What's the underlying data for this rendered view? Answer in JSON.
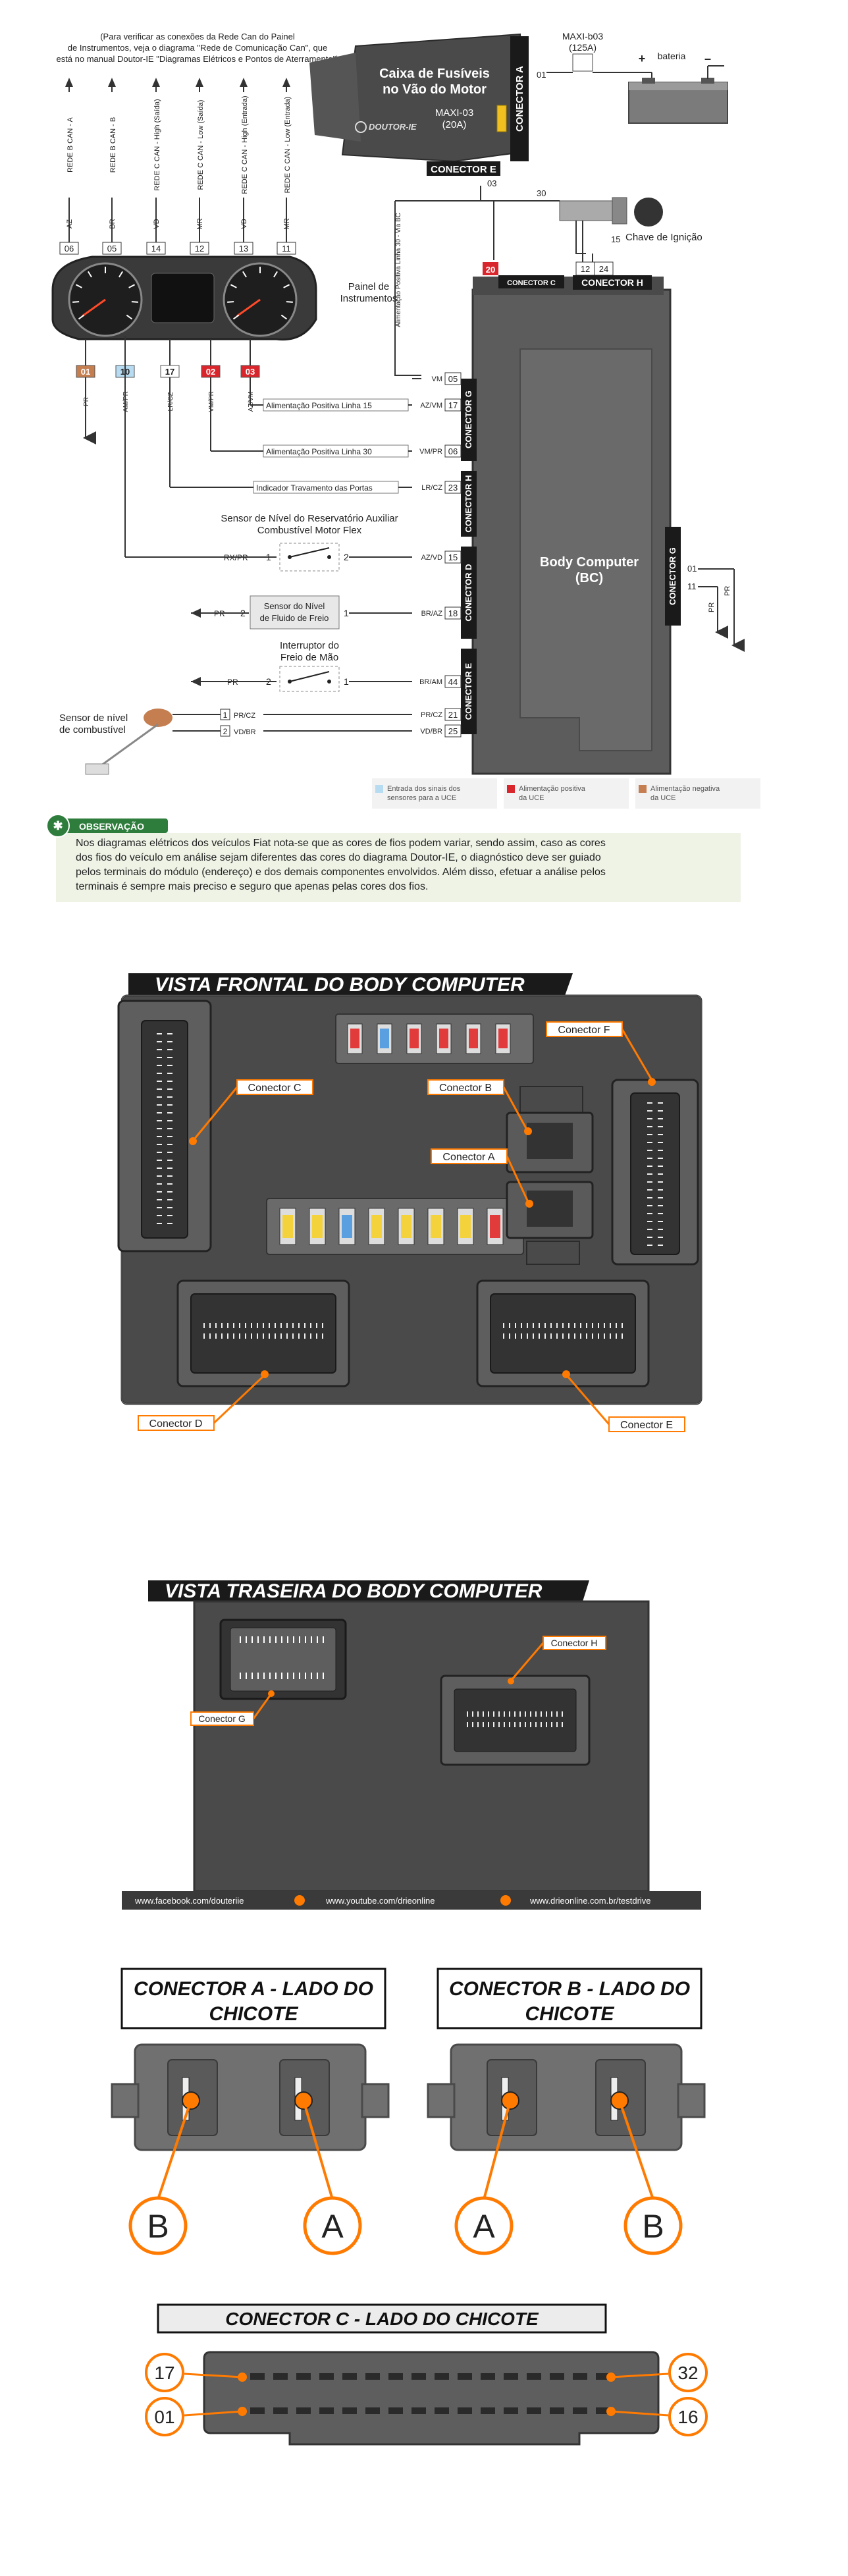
{
  "top_note": [
    "(Para verificar as conexões da Rede Can do Painel",
    "de Instrumentos, veja o diagrama \"Rede de Comunicação Can\", que",
    "está no manual Doutor-IE \"Diagramas Elétricos e Pontos de Aterramento\")"
  ],
  "fusebox": {
    "title_1": "Caixa de Fusíveis",
    "title_2": "no Vão do Motor",
    "maxi_1": "MAXI-03",
    "maxi_2": "(20A)",
    "brand": "DOUTOR-IE",
    "connector_a": "CONECTOR A",
    "connector_e": "CONECTOR E",
    "pin_01": "01",
    "pin_03": "03"
  },
  "battery": {
    "maxi_1": "MAXI-b03",
    "maxi_2": "(125A)",
    "label": "bateria",
    "plus": "+",
    "minus": "–"
  },
  "can_lines": [
    {
      "label": "REDE B CAN - A",
      "wire": "AZ",
      "pin": "06"
    },
    {
      "label": "REDE B CAN - B",
      "wire": "BR",
      "pin": "05"
    },
    {
      "label": "REDE C CAN - High (Saída)",
      "wire": "VD",
      "pin": "14"
    },
    {
      "label": "REDE C CAN - Low (Saída)",
      "wire": "MR",
      "pin": "12"
    },
    {
      "label": "REDE C CAN - High (Entrada)",
      "wire": "VD",
      "pin": "13"
    },
    {
      "label": "REDE C CAN - Low (Entrada)",
      "wire": "MR",
      "pin": "11"
    }
  ],
  "panel": {
    "label_1": "Painel de",
    "label_2": "Instrumentos",
    "pins": [
      {
        "pin": "01",
        "wire": "PR"
      },
      {
        "pin": "10",
        "wire": "AM/PR"
      },
      {
        "pin": "17",
        "wire": "LR/CZ"
      },
      {
        "pin": "02",
        "wire": "VM/PR"
      },
      {
        "pin": "03",
        "wire": "AZ/VM"
      }
    ]
  },
  "ignition": {
    "label": "Chave de Ignição",
    "pin_30": "30",
    "pin_15": "15",
    "pin_12": "12",
    "pin_24": "24"
  },
  "bc": {
    "title_1": "Body Computer",
    "title_2": "(BC)",
    "conn_c_pin": "20",
    "conn_c": "CONECTOR C",
    "conn_h": "CONECTOR H",
    "side_g": "CONECTOR G",
    "side_h": "CONECTOR H",
    "side_d": "CONECTOR D",
    "side_e": "CONECTOR E",
    "right_g": "CONECTOR G",
    "right_pin_01": "01",
    "right_pin_11": "11",
    "right_wire_pr": "PR",
    "right_wire_pr2": "PR"
  },
  "vertical_note": "Alimentação Positiva Linha 30 - Via BC",
  "circuits": [
    {
      "label": "",
      "wire": "VM",
      "pin": "05"
    },
    {
      "label": "Alimentação Positiva Linha 15",
      "wire": "AZ/VM",
      "pin": "17"
    },
    {
      "label": "Alimentação Positiva Linha 30",
      "wire": "VM/PR",
      "pin": "06"
    },
    {
      "label": "Indicador Travamento das Portas",
      "wire": "LR/CZ",
      "pin": "23"
    },
    {
      "label": "",
      "wire": "AZ/VD",
      "pin": "15"
    },
    {
      "label": "",
      "wire": "BR/AZ",
      "pin": "18"
    },
    {
      "label": "",
      "wire": "BR/AM",
      "pin": "44"
    },
    {
      "label": "",
      "wire": "PR/CZ",
      "pin": "21"
    },
    {
      "label": "",
      "wire": "VD/BR",
      "pin": "25"
    }
  ],
  "sensor_reservatorio": {
    "title_1": "Sensor de Nível do Reservatório Auxiliar",
    "title_2": "Combustível Motor Flex",
    "wire_in": "RX/PR",
    "pin_1": "1",
    "pin_2": "2"
  },
  "sensor_freio": {
    "title_1": "Sensor do Nível",
    "title_2": "de Fluido de Freio",
    "wire": "PR",
    "pin_1": "1",
    "pin_2": "2"
  },
  "interruptor": {
    "title_1": "Interruptor do",
    "title_2": "Freio de Mão",
    "wire": "PR",
    "pin_1": "1",
    "pin_2": "2"
  },
  "sensor_combustivel": {
    "title_1": "Sensor de nível",
    "title_2": "de combustível",
    "pin_1": "1",
    "pin_2": "2",
    "wire_1": "PR/CZ",
    "wire_2": "VD/BR"
  },
  "legend": [
    {
      "text": "Entrada dos sinais dos sensores para a UCE",
      "color": "#b7dcf2"
    },
    {
      "text": "Alimentação positiva da UCE",
      "color": "#d9262c"
    },
    {
      "text": "Alimentação negativa da UCE",
      "color": "#c47e50"
    }
  ],
  "observacao": {
    "title": "OBSERVAÇÃO",
    "text": [
      "Nos diagramas elétricos dos veículos Fiat nota-se que as cores de fios podem variar, sendo assim, caso as cores",
      "dos fios do veículo em análise sejam diferentes das cores do diagrama Doutor-IE, o diagnóstico deve ser guiado",
      "pelos terminais do módulo (endereço) e dos demais componentes envolvidos. Além disso, efetuar a análise pelos",
      "terminais é sempre mais preciso e seguro que apenas pelas cores dos fios."
    ]
  },
  "front_view": {
    "title": "VISTA FRONTAL DO BODY COMPUTER",
    "labels": {
      "f": "Conector F",
      "c": "Conector C",
      "b": "Conector B",
      "a": "Conector A",
      "d": "Conector D",
      "e": "Conector E"
    },
    "fuses_top": [
      "#e23b3b",
      "#5a9fe0",
      "#e23b3b",
      "#e23b3b",
      "#e23b3b",
      "#e23b3b"
    ],
    "fuses_mid": [
      "#f4d23c",
      "#f4d23c",
      "#5a9fe0",
      "#f4d23c",
      "#f4d23c",
      "#f4d23c",
      "#f4d23c",
      "#e23b3b"
    ]
  },
  "rear_view": {
    "title": "VISTA TRASEIRA DO BODY COMPUTER",
    "labels": {
      "g": "Conector G",
      "h": "Conector H"
    },
    "footer": [
      "www.facebook.com/douteriie",
      "www.youtube.com/drieonline",
      "www.drieonline.com.br/testdrive"
    ]
  },
  "conn_a": {
    "title_1": "CONECTOR A - LADO DO",
    "title_2": "CHICOTE",
    "left": "B",
    "right": "A"
  },
  "conn_b": {
    "title_1": "CONECTOR B - LADO DO",
    "title_2": "CHICOTE",
    "left": "A",
    "right": "B"
  },
  "conn_c_side": {
    "title": "CONECTOR C - LADO DO CHICOTE",
    "pins": {
      "top_left": "17",
      "top_right": "32",
      "bottom_left": "01",
      "bottom_right": "16"
    }
  },
  "colors": {
    "accent_orange": "#ff7a00",
    "dark_gray": "#4a4a4a",
    "label_red": "#c8102e",
    "obs_green": "#2e7d3c"
  }
}
